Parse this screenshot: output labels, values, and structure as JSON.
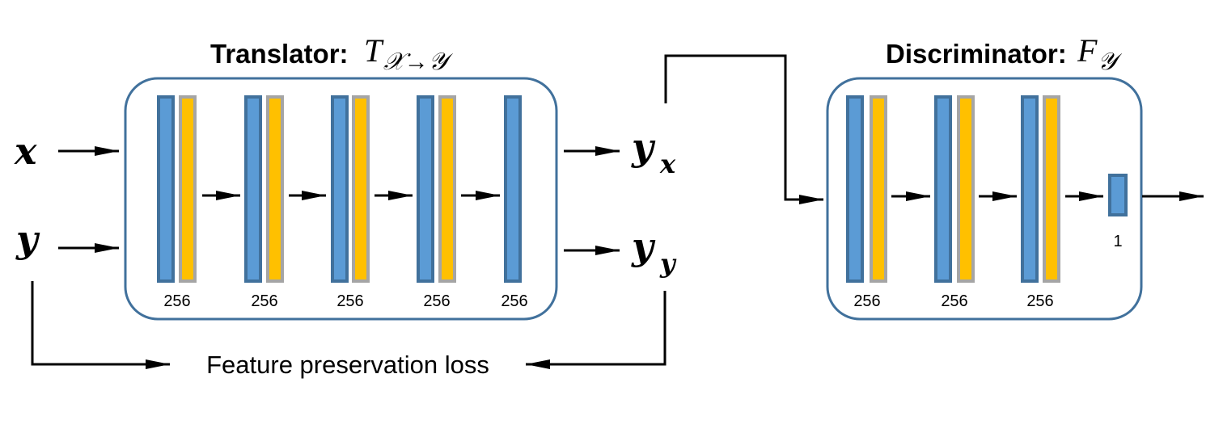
{
  "translator": {
    "title": "Translator:",
    "symbol": "T",
    "subscript": "𝒳→𝒴",
    "layer_sizes": [
      "256",
      "256",
      "256",
      "256",
      "256"
    ]
  },
  "discriminator": {
    "title": "Discriminator:",
    "symbol": "F",
    "subscript": "𝒴",
    "layer_sizes": [
      "256",
      "256",
      "256"
    ],
    "output_size": "1"
  },
  "inputs": {
    "x": "x",
    "y": "y"
  },
  "outputs": {
    "yx_base": "y",
    "yx_sub": "x",
    "yy_base": "y",
    "yy_sub": "y"
  },
  "loss_label": "Feature preservation loss",
  "colors": {
    "box_stroke": "#41719c",
    "blue_fill": "#5b9bd5",
    "yellow_fill": "#ffc000",
    "yellow_stroke": "#a5a5a5"
  }
}
